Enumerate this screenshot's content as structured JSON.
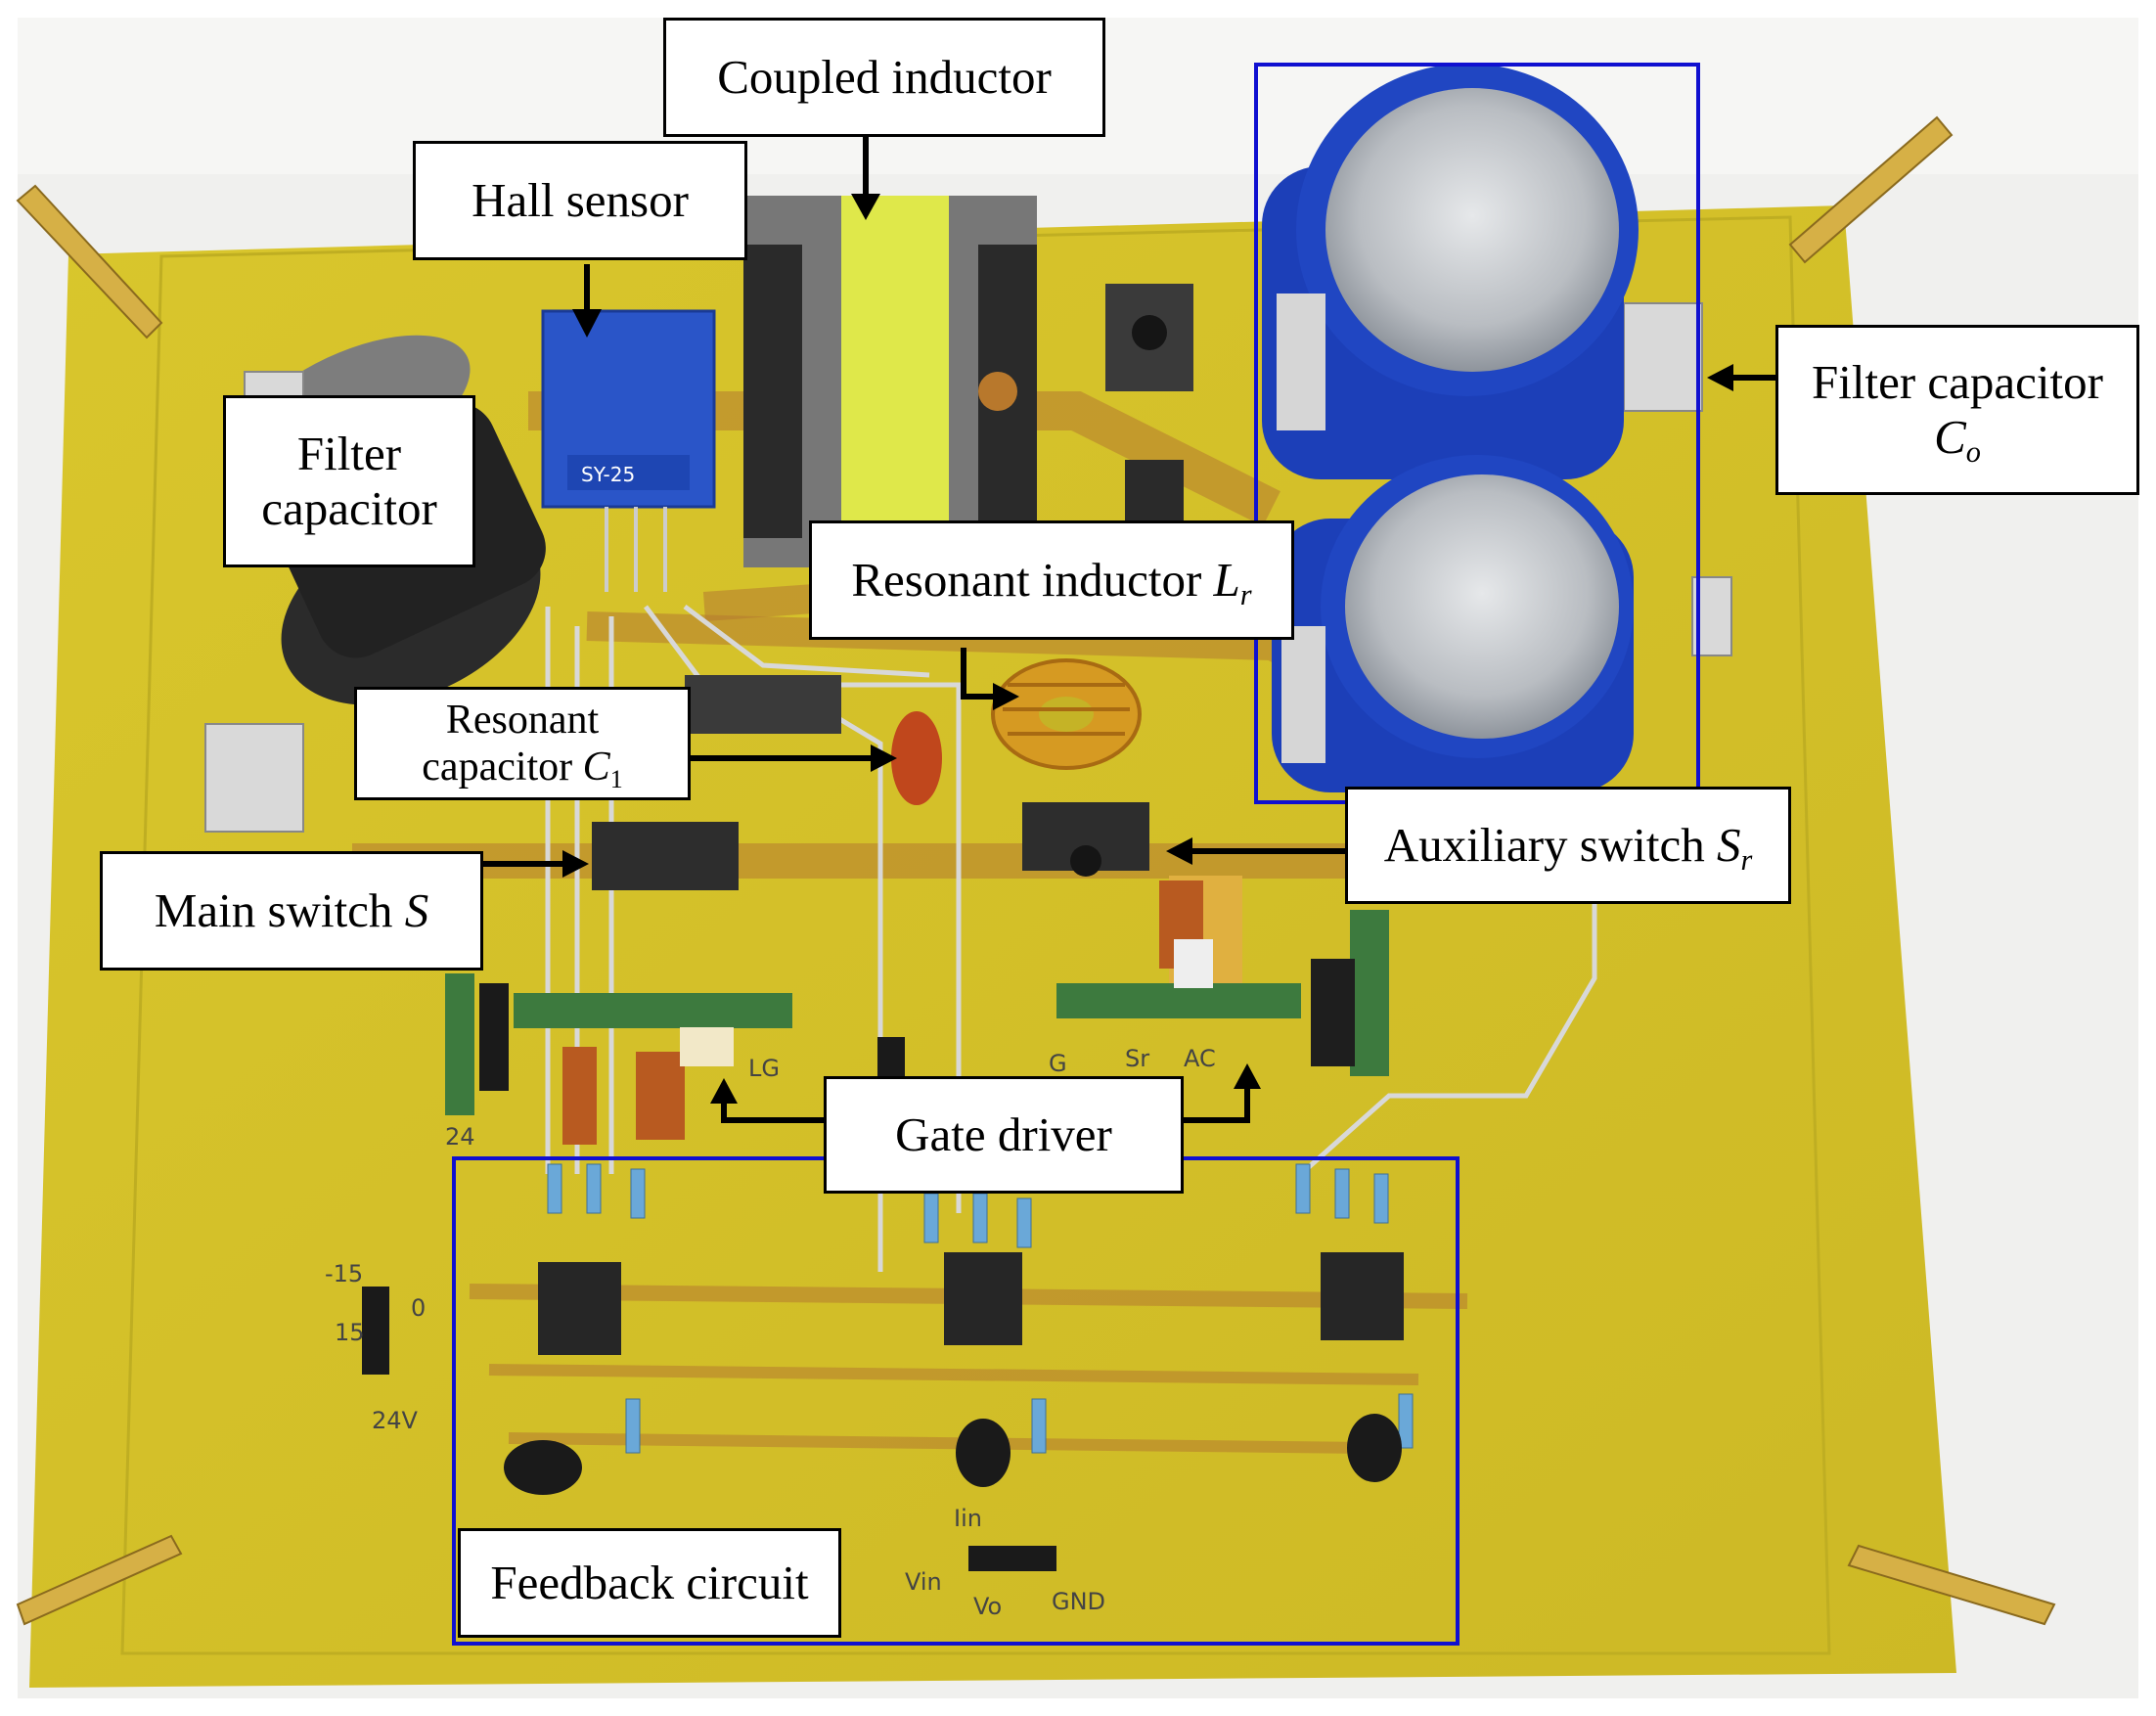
{
  "colors": {
    "board": "#d8c62a",
    "board_trace": "#b8782c",
    "background": "#f2f2f0",
    "highlight_box": "#1010d0",
    "capacitor_blue": "#1c3fb8",
    "arrow": "#000000"
  },
  "labels": {
    "coupled_inductor": "Coupled inductor",
    "hall_sensor": "Hall sensor",
    "filter_capacitor": {
      "line1": "Filter",
      "line2": "capacitor"
    },
    "filter_capacitor_co": {
      "line1": "Filter capacitor",
      "symbol": "C",
      "subscript": "o"
    },
    "resonant_inductor": {
      "text": "Resonant inductor ",
      "symbol": "L",
      "subscript": "r"
    },
    "resonant_capacitor": {
      "line1": "Resonant",
      "line2": "capacitor ",
      "symbol": "C",
      "subscript": "1"
    },
    "main_switch": {
      "text": "Main switch ",
      "symbol": "S"
    },
    "auxiliary_switch": {
      "text": "Auxiliary switch ",
      "symbol": "S",
      "subscript": "r"
    },
    "gate_driver": "Gate driver",
    "feedback_circuit": "Feedback circuit"
  },
  "silkscreen": {
    "voltage_neg": "-15",
    "voltage_15": "15",
    "zero": "0",
    "v24": "24V",
    "v24_left": "24",
    "i_in": "Iin",
    "v_in": "Vin",
    "v_o": "Vo",
    "gnd": "GND",
    "g_pin": "G",
    "sr_pin": "Sr",
    "ac_pin": "AC",
    "lg_pin": "LG",
    "hall_marking": "SY-25"
  }
}
